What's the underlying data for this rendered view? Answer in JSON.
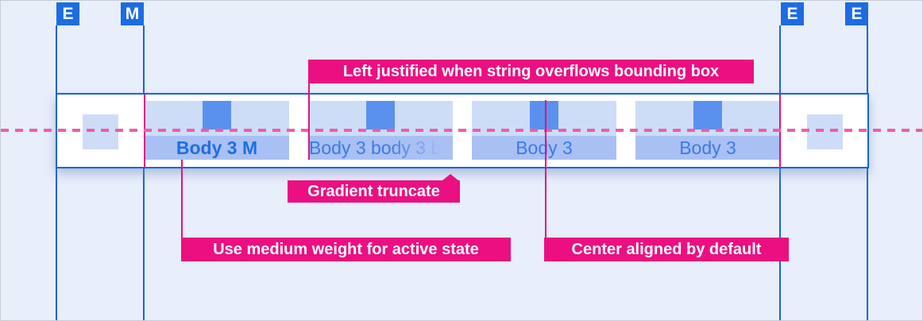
{
  "spacing_markers": [
    {
      "label": "E",
      "position": "left-edge"
    },
    {
      "label": "M",
      "position": "before-first-tab"
    },
    {
      "label": "E",
      "position": "after-last-tab"
    },
    {
      "label": "E",
      "position": "right-edge"
    }
  ],
  "tab_bar": {
    "tabs": [
      {
        "label": "Body 3 M",
        "state": "active",
        "weight": "medium",
        "align": "center"
      },
      {
        "label": "Body 3 body 3 b",
        "state": "default",
        "truncation": "gradient",
        "align": "left"
      },
      {
        "label": "Body 3",
        "state": "default",
        "align": "center"
      },
      {
        "label": "Body 3",
        "state": "default",
        "align": "center"
      }
    ]
  },
  "annotations": {
    "left_justified": "Left justified when string overflows bounding box",
    "gradient_truncate": "Gradient truncate",
    "medium_weight": "Use medium weight for active state",
    "center_aligned": "Center aligned by default"
  },
  "colors": {
    "background": "#e8eefa",
    "guide_blue": "#1765db",
    "marker_chip_blue": "#1c6ce2",
    "tab_padding_overlay": "#cdddf8",
    "tab_text_overlay": "#a9c0f4",
    "spacing_square_blue": "#5b91ee",
    "active_text_blue": "#1e6fe0",
    "inactive_text_blue": "#3a7be4",
    "annotation_pink": "#eb0f82",
    "dashed_line_pink": "#f05cab"
  }
}
